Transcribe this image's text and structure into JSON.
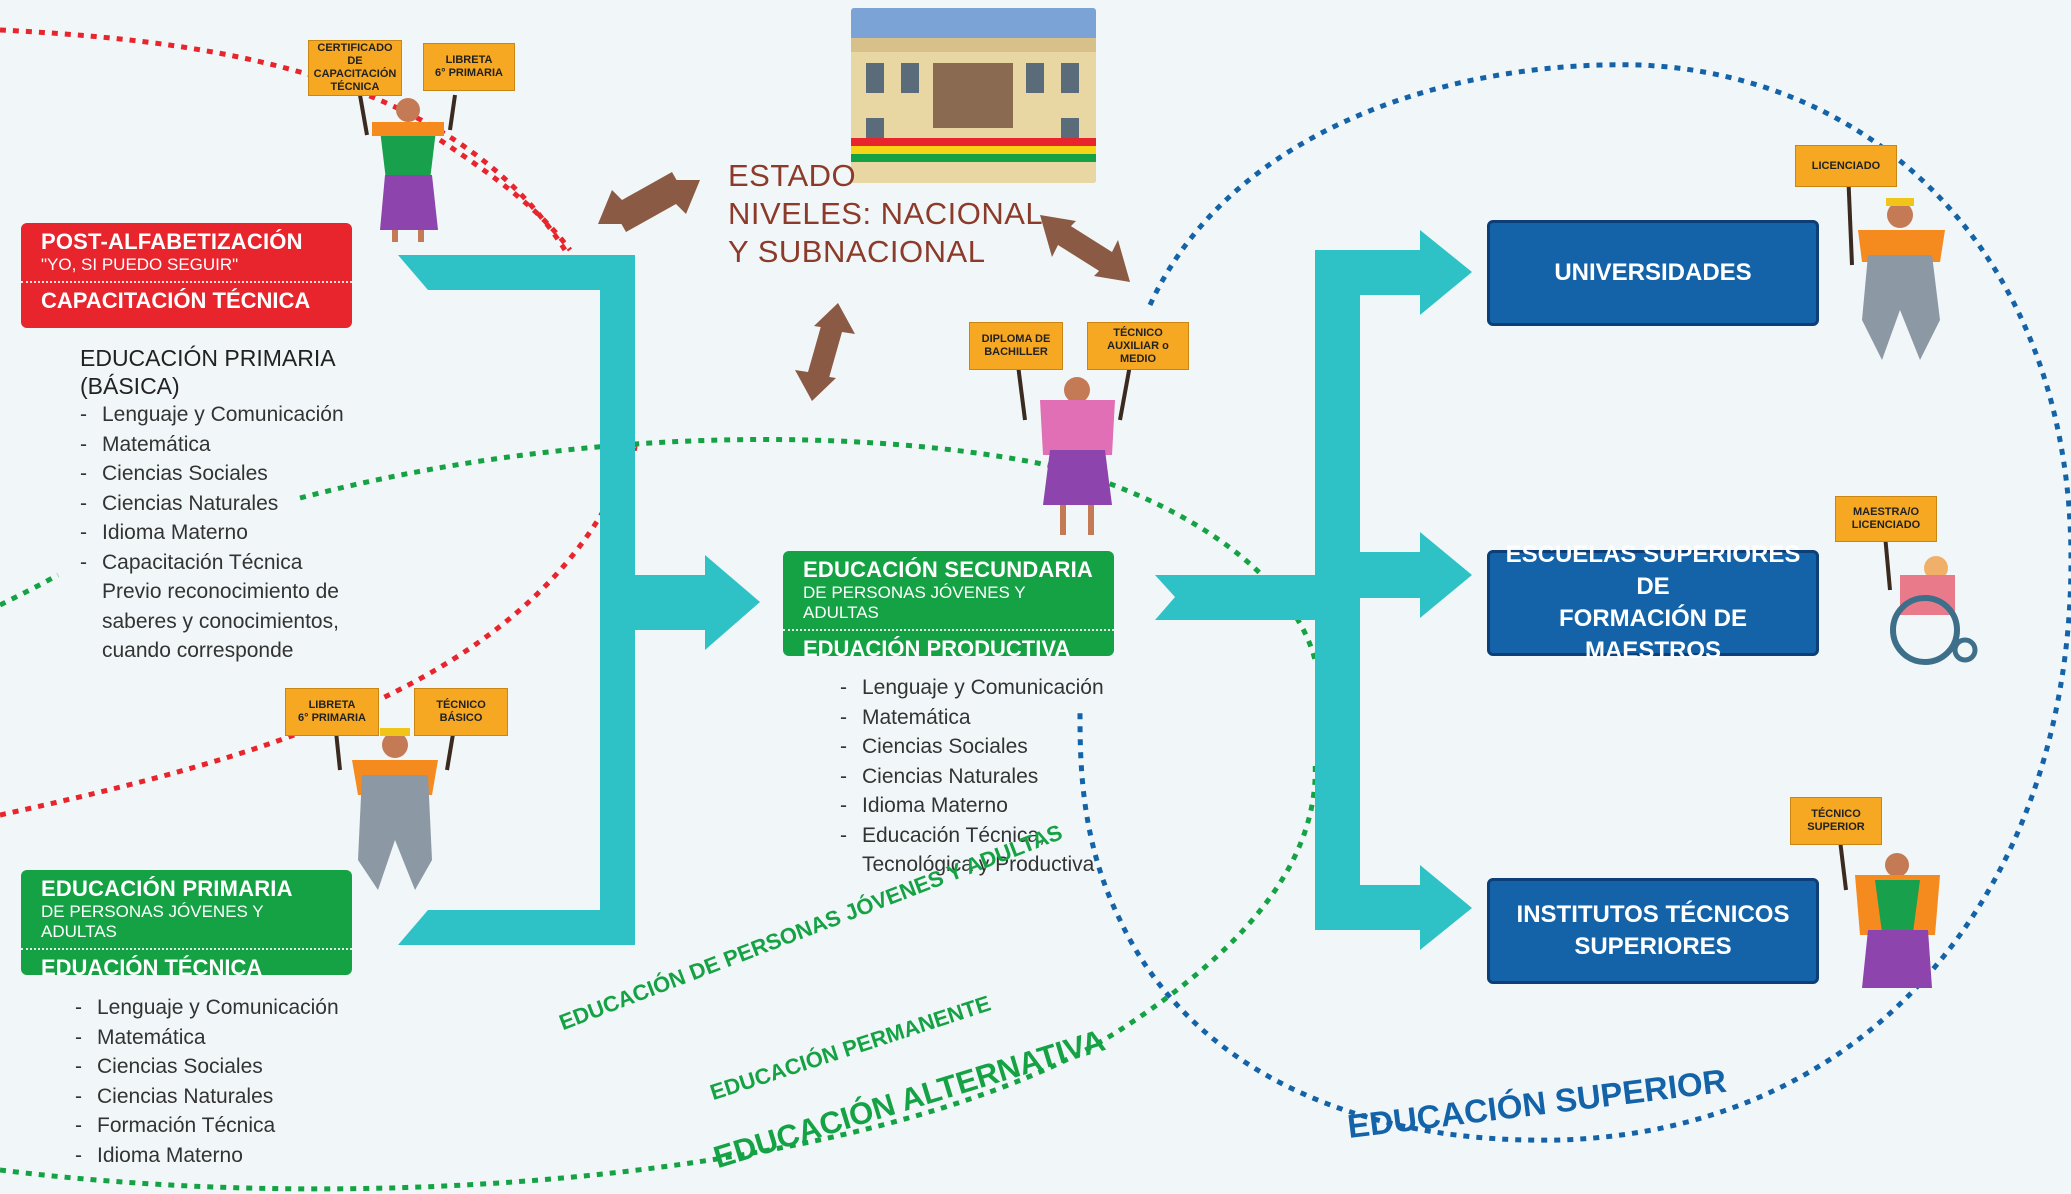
{
  "state": {
    "line1": "ESTADO",
    "line2": "NIVELES: NACIONAL",
    "line3": "Y SUBNACIONAL"
  },
  "post_alfa": {
    "title": "POST-ALFABETIZACIÓN",
    "subtitle": "\"YO, SI PUEDO SEGUIR\"",
    "bottom": "CAPACITACIÓN TÉCNICA",
    "list_title": "EDUCACIÓN PRIMARIA",
    "list_title2": "(BÁSICA)",
    "items": [
      "Lenguaje y Comunicación",
      "Matemática",
      "Ciencias Sociales",
      "Ciencias Naturales",
      "Idioma Materno",
      "Capacitación Técnica"
    ],
    "note": [
      "Previo reconocimiento de",
      "saberes y conocimientos,",
      "cuando corresponde"
    ]
  },
  "primaria": {
    "title": "EDUCACIÓN PRIMARIA",
    "subtitle": "DE PERSONAS JÓVENES Y ADULTAS",
    "bottom": "EDUACIÓN TÉCNICA",
    "items": [
      "Lenguaje y Comunicación",
      "Matemática",
      "Ciencias Sociales",
      "Ciencias Naturales",
      "Formación Técnica",
      "Idioma Materno"
    ]
  },
  "secundaria": {
    "title": "EDUCACIÓN SECUNDARIA",
    "subtitle": "DE PERSONAS JÓVENES Y ADULTAS",
    "bottom": "EDUACIÓN PRODUCTIVA",
    "items": [
      "Lenguaje y Comunicación",
      "Matemática",
      "Ciencias Sociales",
      "Ciencias Naturales",
      "Idioma Materno",
      "Educación Técnica,"
    ],
    "item_cont": "Tecnológica y Productiva"
  },
  "superior": {
    "universidades": "UNIVERSIDADES",
    "escuelas": [
      "ESCUELAS SUPERIORES DE",
      "FORMACIÓN DE MAESTROS"
    ],
    "institutos": [
      "INSTITUTOS TÉCNICOS",
      "SUPERIORES"
    ]
  },
  "signs": {
    "certificado": [
      "CERTIFICADO DE",
      "CAPACITACIÓN",
      "TÉCNICA"
    ],
    "libreta_top": [
      "LIBRETA",
      "6° PRIMARIA"
    ],
    "libreta_bottom": [
      "LIBRETA",
      "6° PRIMARIA"
    ],
    "tecnico_basico": [
      "TÉCNICO",
      "BÁSICO"
    ],
    "diploma": [
      "DIPLOMA DE",
      "BACHILLER"
    ],
    "tecnico_aux": [
      "TÉCNICO",
      "AUXILIAR o MEDIO"
    ],
    "licenciado": [
      "LICENCIADO"
    ],
    "maestra": [
      "MAESTRA/O",
      "LICENCIADO"
    ],
    "tecnico_sup": [
      "TÉCNICO",
      "SUPERIOR"
    ]
  },
  "arc_labels": {
    "jovenes": "EDUCACIÓN DE PERSONAS JÓVENES Y ADULTAS",
    "permanente": "EDUCACIÓN PERMANENTE",
    "alternativa": "EDUCACIÓN ALTERNATIVA",
    "superior": "EDUCACIÓN SUPERIOR"
  },
  "colors": {
    "teal": "#2ec2c6",
    "red": "#e8242c",
    "green": "#15a244",
    "blue": "#1463a8",
    "brown": "#8a5a44",
    "orange": "#f7a823"
  }
}
